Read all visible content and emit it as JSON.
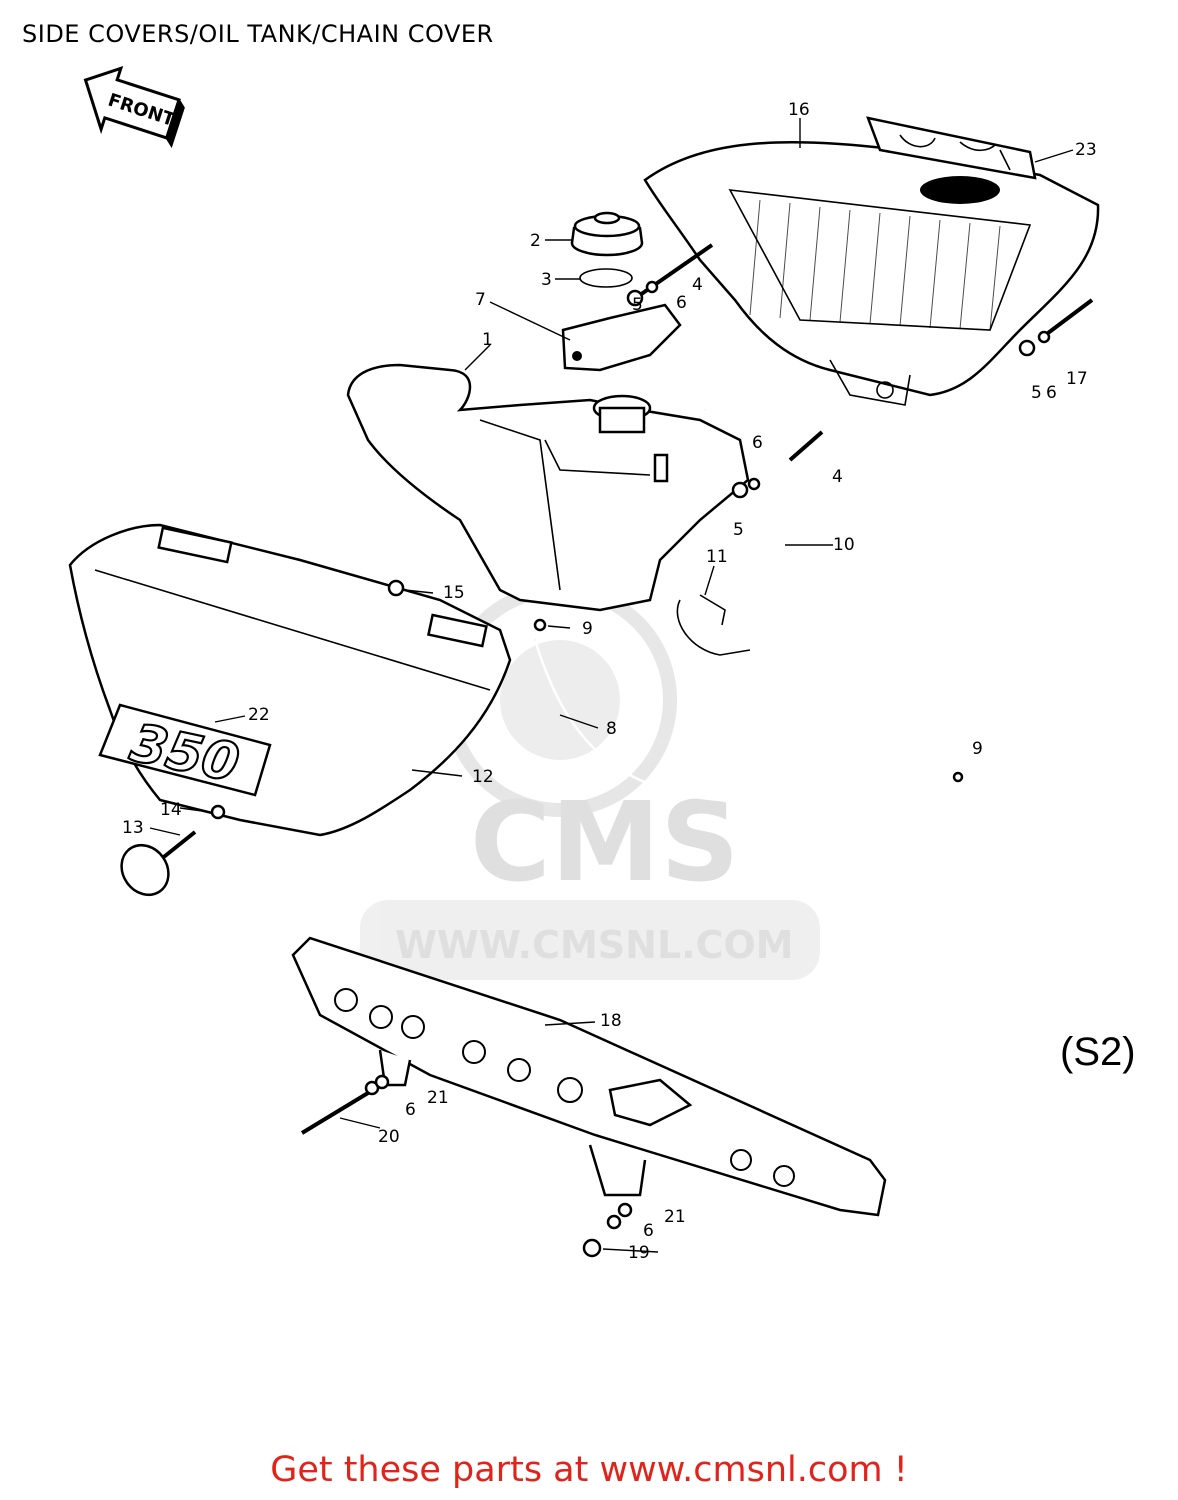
{
  "page": {
    "title": "SIDE COVERS/OIL TANK/CHAIN COVER",
    "variant_code": "(S2)",
    "cta": "Get these parts at www.cmsnl.com !"
  },
  "diagram": {
    "front_arrow_label": "FRONT",
    "decal_350_text": "350",
    "watermark": {
      "brand": "CMS",
      "url": "WWW.CMSNL.COM"
    },
    "callouts": [
      "1",
      "2",
      "3",
      "4",
      "4",
      "5",
      "5",
      "5",
      "6",
      "6",
      "6",
      "6",
      "6",
      "7",
      "8",
      "9",
      "9",
      "10",
      "11",
      "12",
      "13",
      "14",
      "15",
      "16",
      "17",
      "18",
      "19",
      "20",
      "21",
      "21",
      "22",
      "23"
    ]
  }
}
